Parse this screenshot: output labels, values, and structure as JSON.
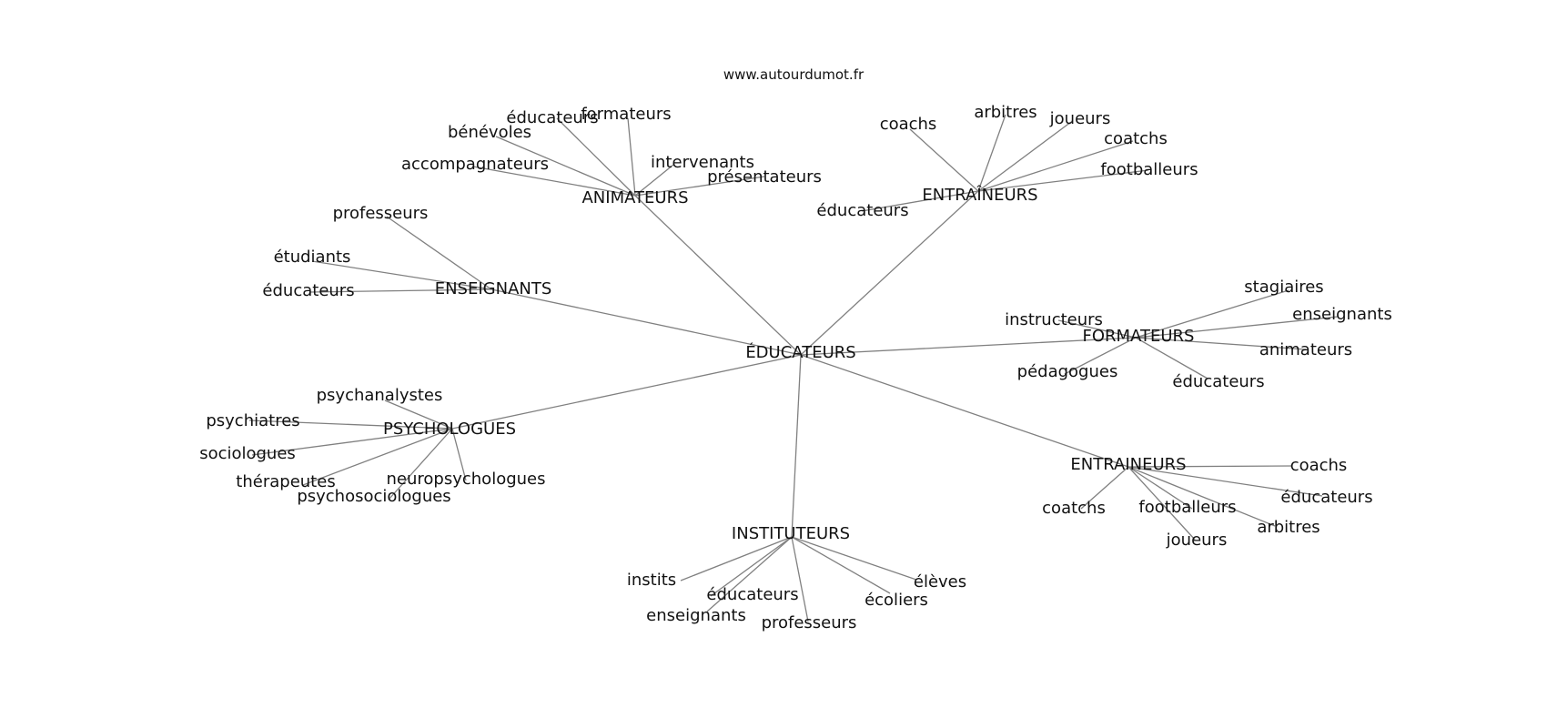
{
  "watermark": "www.autourdumot.fr",
  "center": "ÉDUCATEURS",
  "groups": [
    {
      "hub": "ANIMATEURS",
      "leaves": [
        "éducateurs",
        "formateurs",
        "bénévoles",
        "accompagnateurs",
        "intervenants",
        "présentateurs"
      ]
    },
    {
      "hub": "ENTRAÎNEURS",
      "leaves": [
        "coachs",
        "arbitres",
        "joueurs",
        "coatchs",
        "footballeurs",
        "éducateurs"
      ]
    },
    {
      "hub": "ENSEIGNANTS",
      "leaves": [
        "professeurs",
        "étudiants",
        "éducateurs"
      ]
    },
    {
      "hub": "FORMATEURS",
      "leaves": [
        "instructeurs",
        "stagiaires",
        "enseignants",
        "animateurs",
        "pédagogues",
        "éducateurs"
      ]
    },
    {
      "hub": "PSYCHOLOGUES",
      "leaves": [
        "psychanalystes",
        "psychiatres",
        "sociologues",
        "thérapeutes",
        "neuropsychologues",
        "psychosociologues"
      ]
    },
    {
      "hub": "ENTRAINEURS",
      "leaves": [
        "coachs",
        "éducateurs",
        "coatchs",
        "footballeurs",
        "arbitres",
        "joueurs"
      ]
    },
    {
      "hub": "INSTITUTEURS",
      "leaves": [
        "instits",
        "éducateurs",
        "enseignants",
        "professeurs",
        "écoliers",
        "élèves"
      ]
    }
  ]
}
